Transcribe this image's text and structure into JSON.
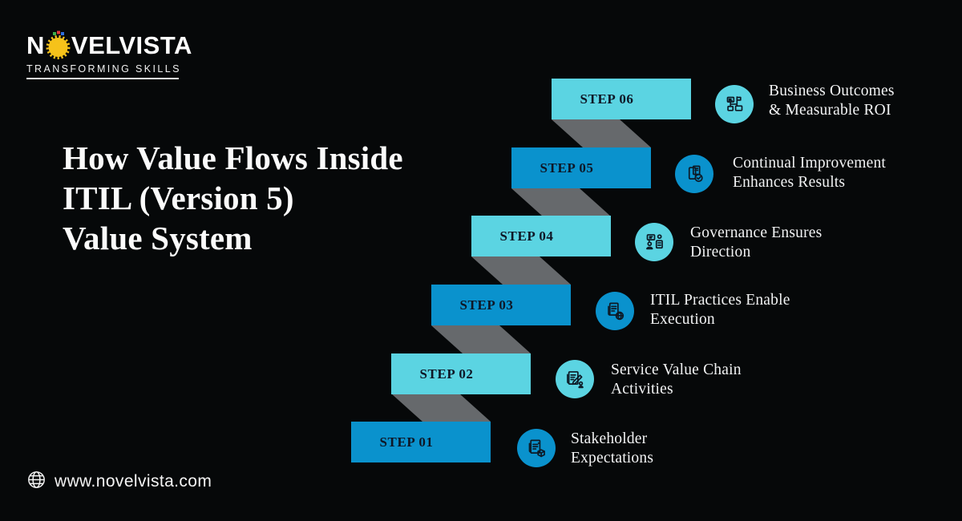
{
  "brand": {
    "wordmark_left": "N",
    "wordmark_right": "VELVISTA",
    "tagline": "TRANSFORMING SKILLS",
    "logo_icon": "sun-medal-icon",
    "accent_yellow": "#f6c21a"
  },
  "title": {
    "line1": "How Value Flows Inside",
    "line2": "ITIL (Version 5)",
    "line3": "Value System"
  },
  "colors": {
    "background": "#060809",
    "cyan": "#5bd4e2",
    "blue": "#0a92cd",
    "ribbon_gray": "#66696c",
    "step_label_text": "#0e1726",
    "light_text": "#f2f3f4"
  },
  "steps": [
    {
      "label": "STEP 01",
      "tone": "blue",
      "icon": "document-package-icon",
      "lines": [
        "Stakeholder",
        "Expectations"
      ]
    },
    {
      "label": "STEP 02",
      "tone": "cyan",
      "icon": "checklist-pencil-person-icon",
      "lines": [
        "Service Value Chain",
        "Activities"
      ]
    },
    {
      "label": "STEP 03",
      "tone": "blue",
      "icon": "document-globe-icon",
      "lines": [
        "ITIL Practices Enable",
        "Execution"
      ]
    },
    {
      "label": "STEP 04",
      "tone": "cyan",
      "icon": "people-communication-icon",
      "lines": [
        "Governance Ensures",
        "Direction"
      ]
    },
    {
      "label": "STEP 05",
      "tone": "blue",
      "icon": "document-check-icon",
      "lines": [
        "Continual Improvement",
        "Enhances Results"
      ]
    },
    {
      "label": "STEP 06",
      "tone": "cyan",
      "icon": "business-network-icon",
      "lines": [
        "Business Outcomes",
        "& Measurable ROI"
      ]
    }
  ],
  "footer": {
    "website": "www.novelvista.com",
    "icon": "globe-icon"
  }
}
